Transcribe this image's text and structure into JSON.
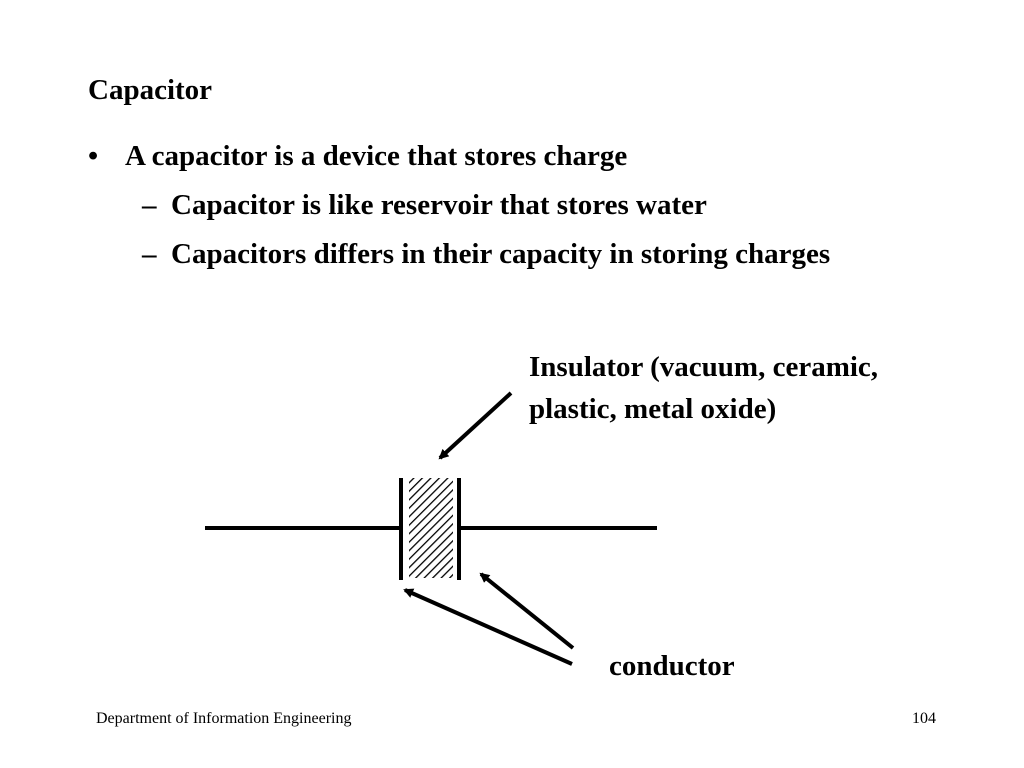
{
  "slide": {
    "title": "Capacitor",
    "bullets": [
      {
        "marker": "•",
        "text": "A capacitor is a device that stores charge"
      },
      {
        "marker": "–",
        "text": "Capacitor is like reservoir that stores water"
      },
      {
        "marker": "–",
        "text": "Capacitors differs in their capacity in storing charges"
      }
    ]
  },
  "diagram": {
    "insulator_label": [
      "Insulator (vacuum, ceramic,",
      "plastic, metal oxide)"
    ],
    "conductor_label": "conductor"
  },
  "footer": {
    "department": "Department of Information Engineering",
    "page_number": "104"
  },
  "colors": {
    "background": "#ffffff",
    "text": "#000000"
  }
}
